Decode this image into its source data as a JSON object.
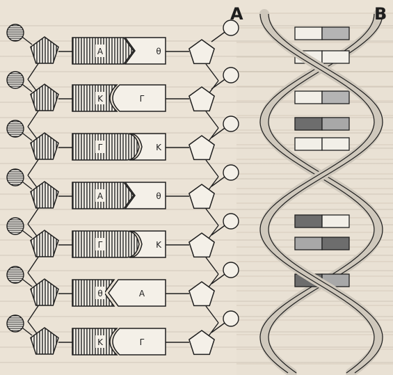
{
  "panels": {
    "a": "A",
    "b": "B"
  },
  "pairs": [
    {
      "left": "A",
      "right": "θ"
    },
    {
      "left": "Κ",
      "right": "Γ"
    },
    {
      "left": "Γ",
      "right": "Κ"
    },
    {
      "left": "A",
      "right": "θ"
    },
    {
      "left": "Γ",
      "right": "Κ"
    },
    {
      "left": "θ",
      "right": "A"
    },
    {
      "left": "Κ",
      "right": "Γ"
    }
  ],
  "colors": {
    "ink": "#1e1e1e",
    "paper": "#ebe3d6",
    "helix_fill": "#cfc8bc",
    "dark_base": "#6d6d6d",
    "mid_base": "#a8a8a8",
    "light_base": "#eae7df"
  }
}
